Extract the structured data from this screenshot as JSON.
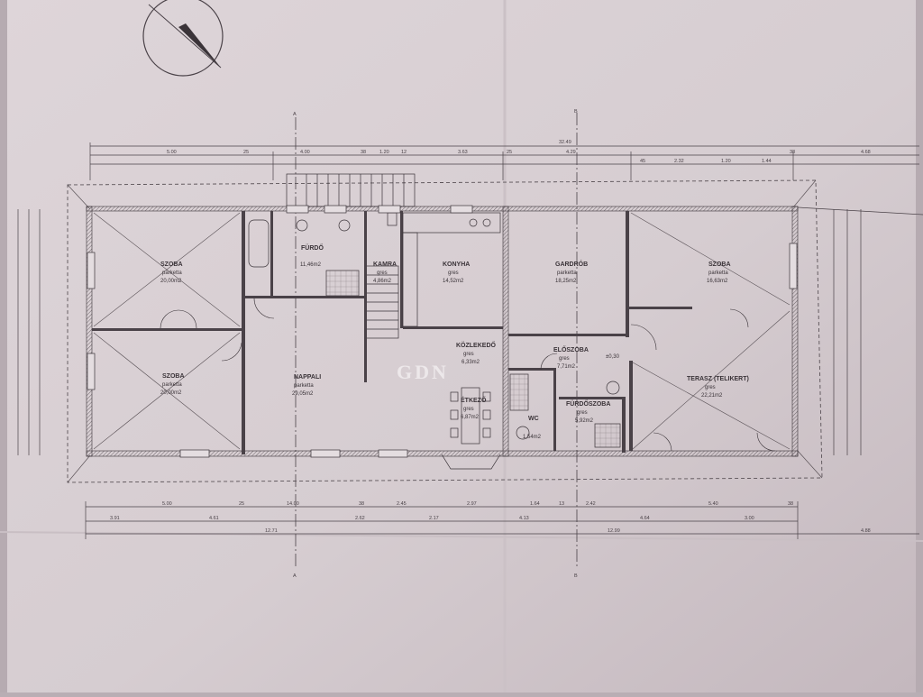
{
  "colors": {
    "paper": "#d9cfd3",
    "paper_dark": "#a89ca2",
    "ink": "#3a3338",
    "hatch": "#6e666b"
  },
  "watermark": "GDN",
  "dimensions": {
    "top_total": "32.49",
    "top_row": [
      "5.00",
      "25",
      "4.00",
      "38",
      "1.20",
      "12",
      "3.63",
      "25",
      "4.29",
      "45",
      "2.32",
      "1.20",
      "1.44",
      "38",
      "4.68"
    ],
    "bottom_row1": [
      "5.00",
      "25",
      "14.00",
      "38",
      "2.45",
      "2.97",
      "1.64",
      "13",
      "2.42",
      "5.40",
      "38"
    ],
    "bottom_row2": [
      "3.91",
      "4.61",
      "2.62",
      "2.17",
      "4.13",
      "4.64",
      "3.00"
    ],
    "bottom_row3": [
      "12.71",
      "12.99",
      "4.88"
    ]
  },
  "rooms": [
    {
      "name": "SZOBA",
      "floor": "parketta",
      "area": "20,00m2"
    },
    {
      "name": "SZOBA",
      "floor": "parketta",
      "area": "20,00m2"
    },
    {
      "name": "FÜRDŐ",
      "floor": "",
      "area": "11,46m2"
    },
    {
      "name": "KAMRA",
      "floor": "gres",
      "area": "4,86m2"
    },
    {
      "name": "KONYHA",
      "floor": "gres",
      "area": "14,52m2"
    },
    {
      "name": "NAPPALI",
      "floor": "parketta",
      "area": "29,05m2"
    },
    {
      "name": "KÖZLEKEDŐ",
      "floor": "gres",
      "area": "6,33m2"
    },
    {
      "name": "ÉTKEZŐ",
      "floor": "gres",
      "area": "6,87m2"
    },
    {
      "name": "GARDRÓB",
      "floor": "parketta",
      "area": "18,25m2"
    },
    {
      "name": "SZOBA",
      "floor": "parketta",
      "area": "16,63m2"
    },
    {
      "name": "ELŐSZOBA",
      "floor": "gres",
      "area": "7,71m2"
    },
    {
      "name": "FÜRDŐSZOBA",
      "floor": "gres",
      "area": "5,92m2"
    },
    {
      "name": "WC",
      "floor": "",
      "area": "1,54m2"
    },
    {
      "name": "TERASZ (TELIKERT)",
      "floor": "gres",
      "area": "22,21m2"
    }
  ],
  "section_marks": [
    "A",
    "A",
    "B",
    "B"
  ],
  "level_mark": "±0,30"
}
